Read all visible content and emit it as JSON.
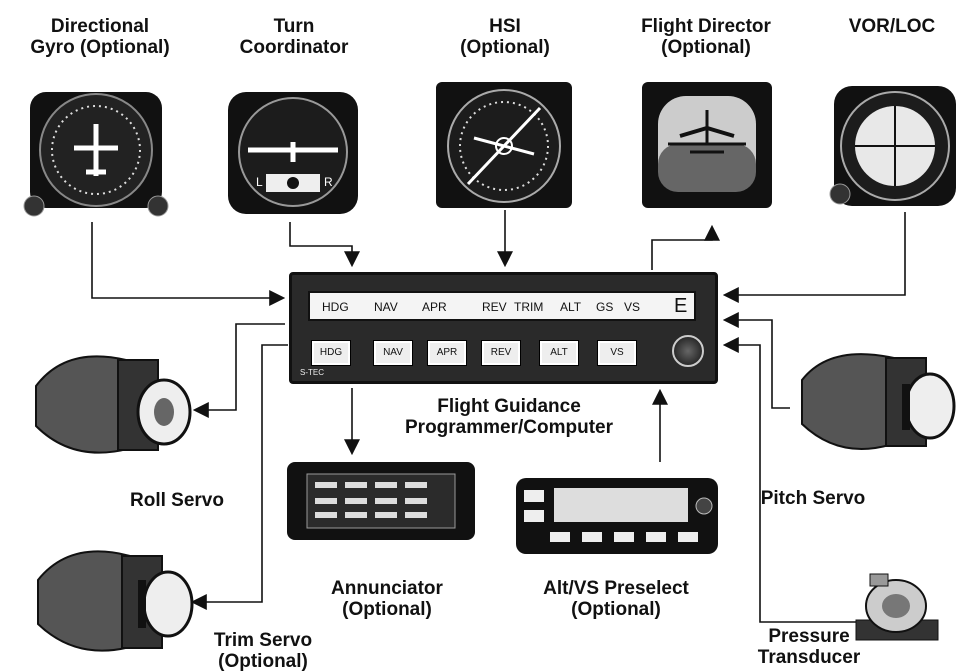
{
  "labels": {
    "directional_gyro": [
      "Directional",
      "Gyro (Optional)"
    ],
    "turn_coordinator": [
      "Turn",
      "Coordinator"
    ],
    "hsi": [
      "HSI",
      "(Optional)"
    ],
    "flight_director": [
      "Flight Director",
      "(Optional)"
    ],
    "vor_loc": [
      "VOR/LOC"
    ],
    "flight_guidance": [
      "Flight Guidance",
      "Programmer/Computer"
    ],
    "roll_servo": [
      "Roll Servo"
    ],
    "pitch_servo": [
      "Pitch Servo"
    ],
    "annunciator": [
      "Annunciator",
      "(Optional)"
    ],
    "alt_vs_preselect": [
      "Alt/VS Preselect",
      "(Optional)"
    ],
    "trim_servo": [
      "Trim Servo",
      "(Optional)"
    ],
    "pressure_transducer": [
      "Pressure",
      "Transducer"
    ]
  },
  "programmer": {
    "display": [
      "HDG",
      "NAV",
      "APR",
      "REV",
      "TRIM",
      "ALT",
      "GS",
      "VS",
      "E"
    ],
    "buttons": [
      "HDG",
      "NAV",
      "APR",
      "REV",
      "ALT",
      "VS"
    ],
    "model": "S-TEC"
  },
  "colors": {
    "ink": "#111111",
    "panel": "#2a2a2a",
    "display_bg": "#f4f4f4"
  }
}
